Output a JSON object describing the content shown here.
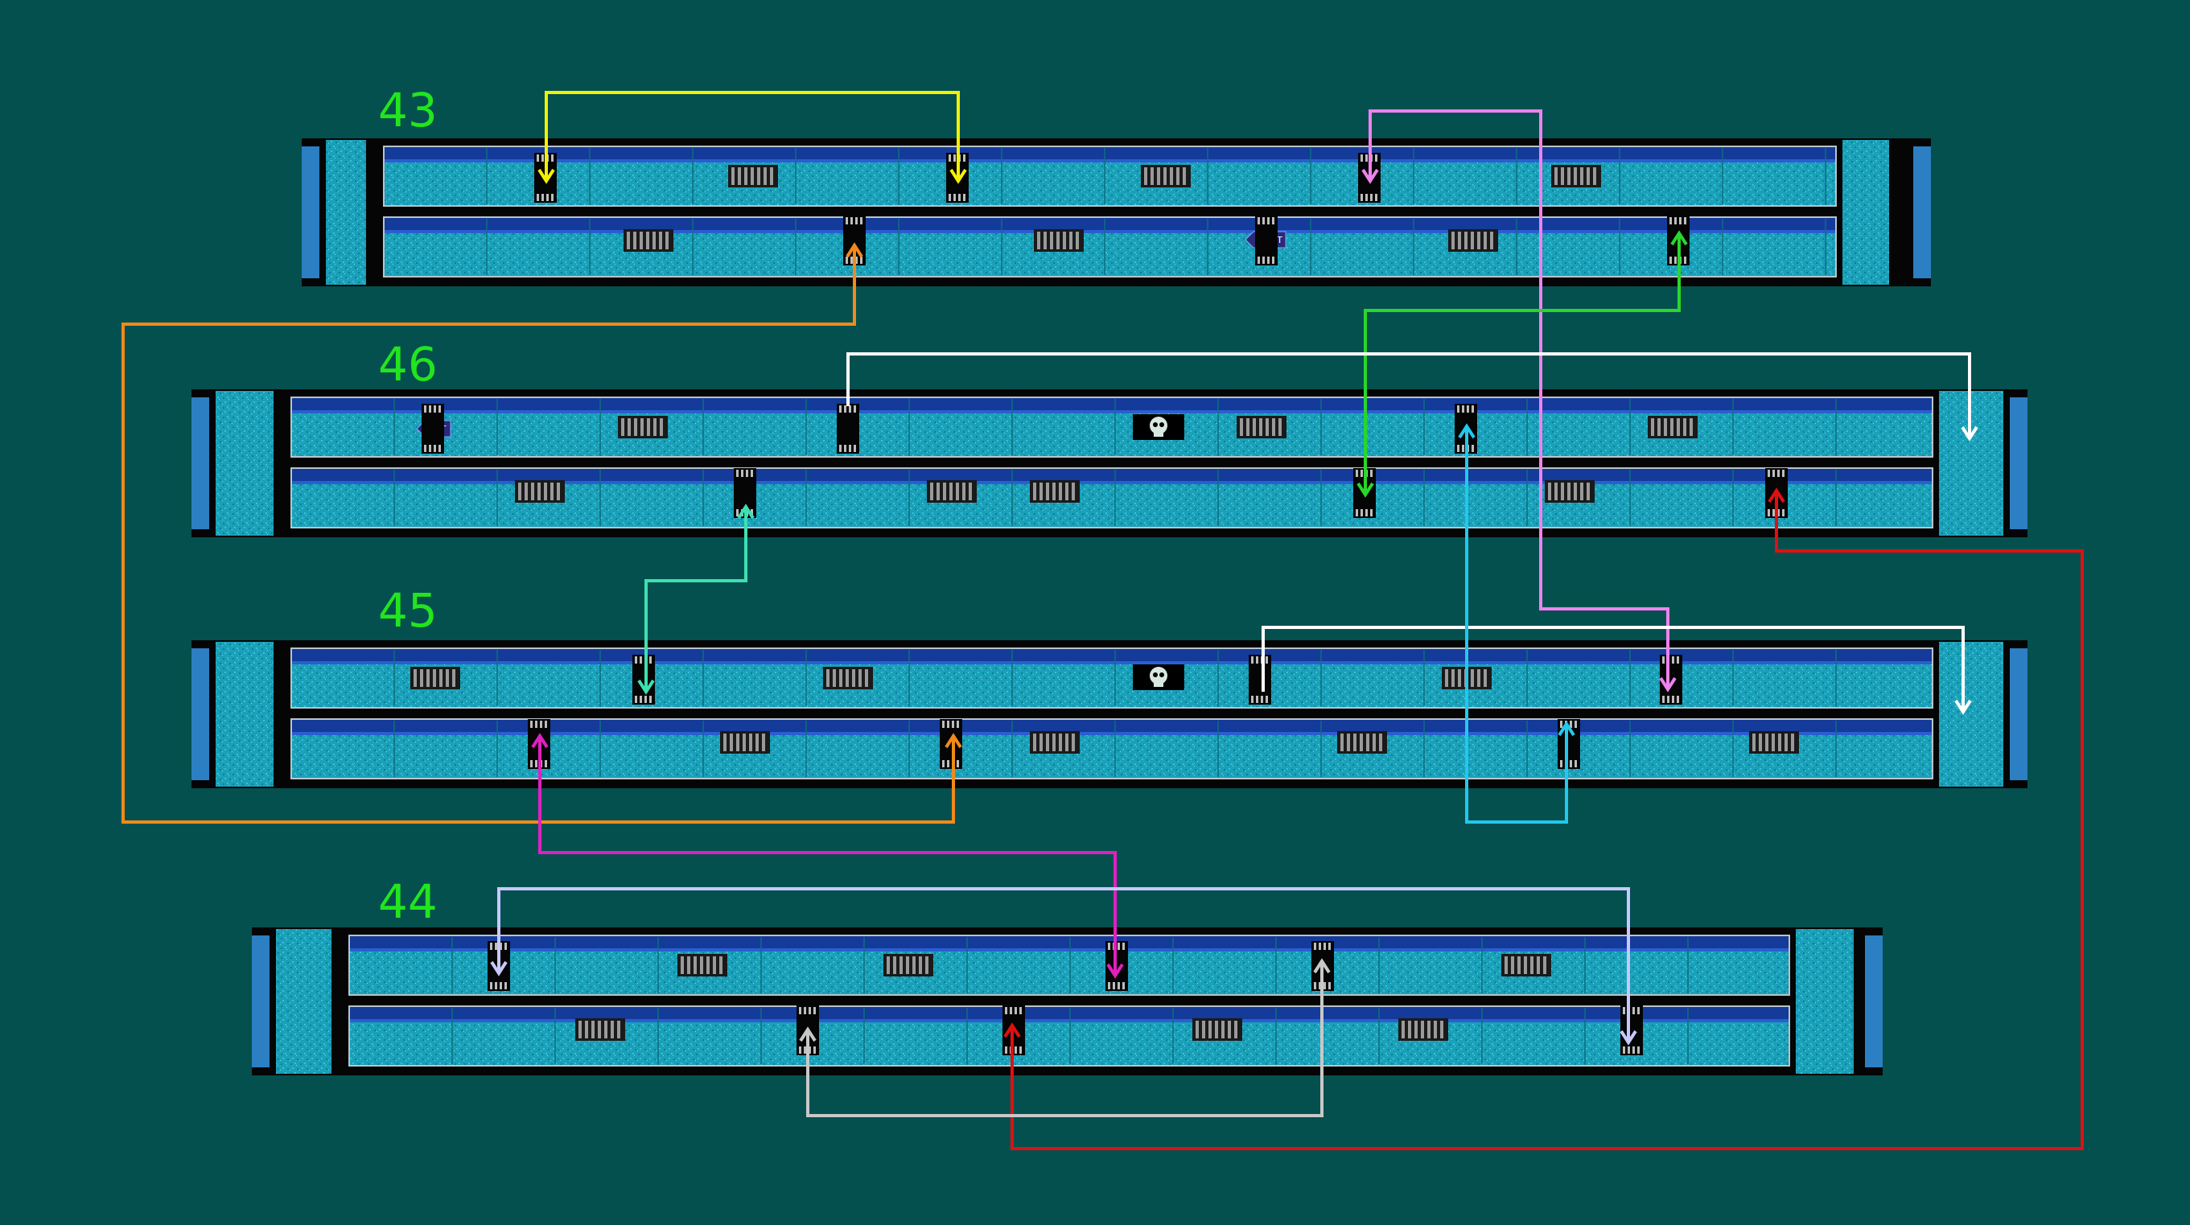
{
  "floors": [
    {
      "label": "43"
    },
    {
      "label": "46"
    },
    {
      "label": "45"
    },
    {
      "label": "44"
    }
  ],
  "markers": {
    "start": "START",
    "exit": "EXIT"
  },
  "colors": {
    "background": "#04504f",
    "floor_label": "#22e51e",
    "water": "#1aa0b8",
    "yellow": "#f2f000",
    "orange": "#f08a1a",
    "pink": "#ee82ee",
    "green": "#2ad62a",
    "white": "#ffffff",
    "cyan": "#22c8ee",
    "teal": "#3ee0b0",
    "red": "#e01010",
    "magenta": "#e020c0",
    "lavender": "#c8c8ff",
    "gray": "#c8c8c8"
  }
}
